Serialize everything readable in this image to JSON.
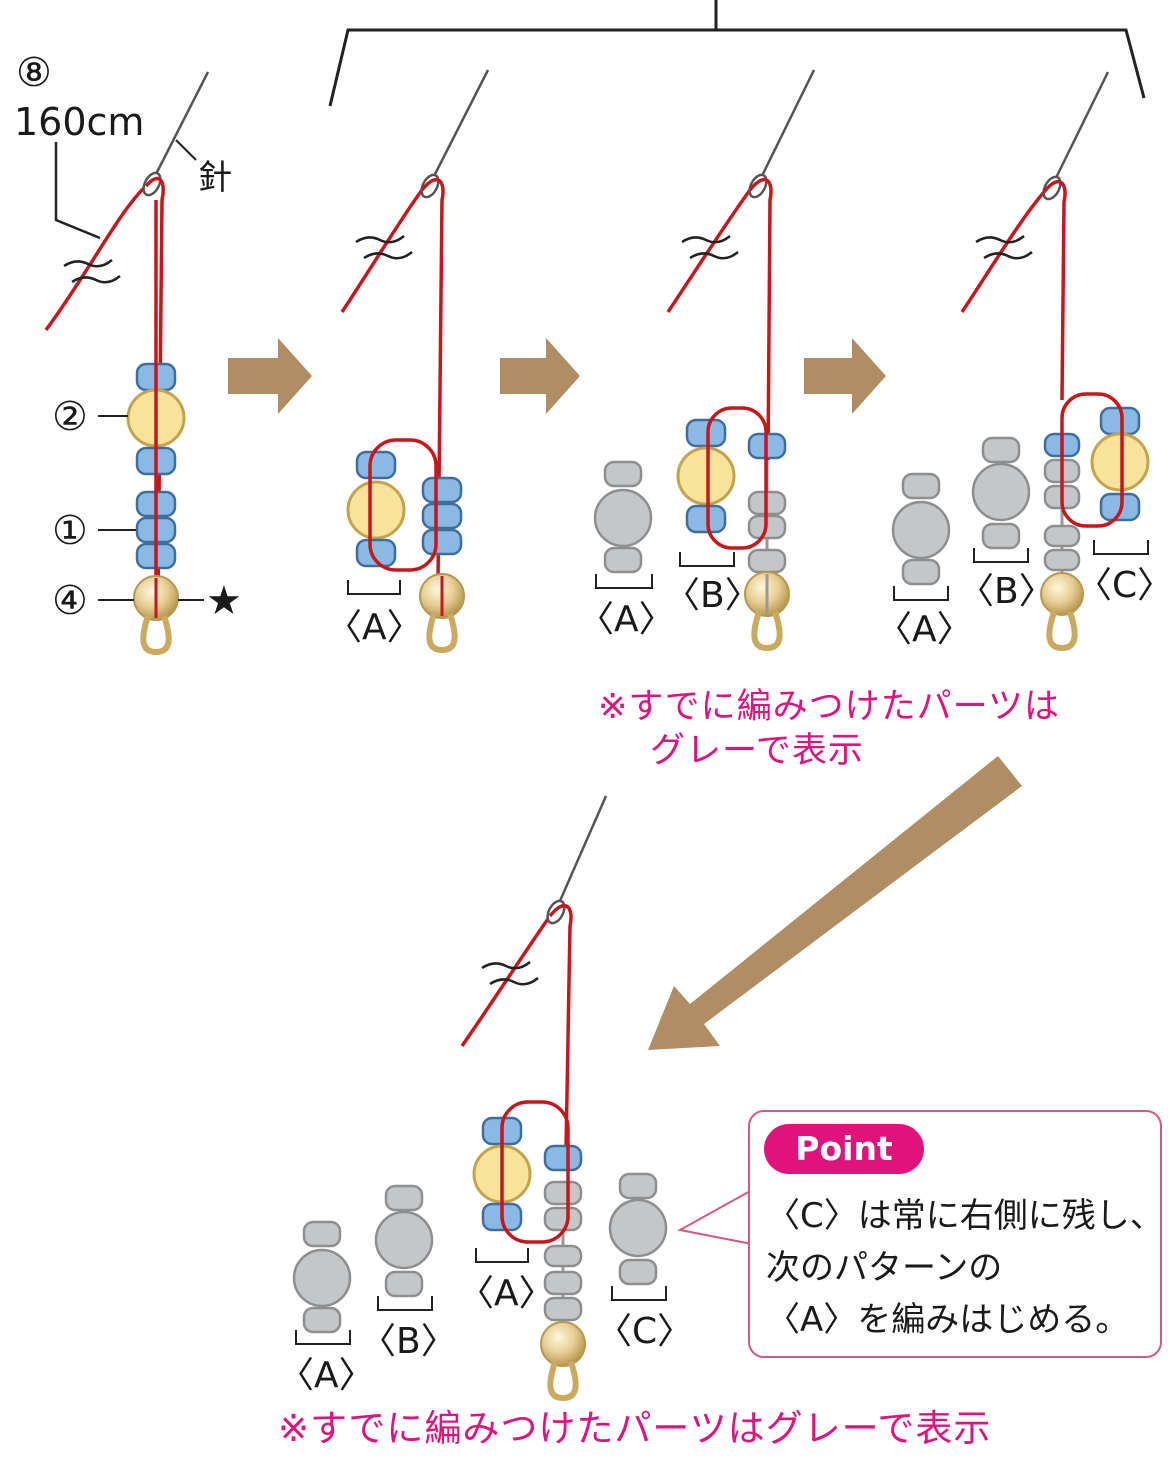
{
  "labels": {
    "thread_no": "⑧",
    "thread_len": "160cm",
    "needle": "針",
    "bead2": "②",
    "bead1": "①",
    "bead4": "④",
    "star": "★",
    "a": "〈A〉",
    "b": "〈B〉",
    "c": "〈C〉"
  },
  "notes": {
    "gray_line1": "※すでに編みつけたパーツは",
    "gray_line2": "グレーで表示",
    "gray_full": "※すでに編みつけたパーツはグレーで表示"
  },
  "point": {
    "tag": "Point",
    "line1": "〈C〉は常に右側に残し、",
    "line2": "次のパターンの",
    "line3": "〈A〉を編みはじめる。"
  },
  "colors": {
    "thread": "#c8161d",
    "blue_bead": "#8ab9e4",
    "blue_bead_edge": "#3e6f9c",
    "pearl": "#f8e39a",
    "pearl_edge": "#c5a24e",
    "gray_bead": "#c5c6c8",
    "gray_bead_edge": "#8c8e90",
    "arrow": "#b08d62",
    "accent": "#e0137d"
  }
}
